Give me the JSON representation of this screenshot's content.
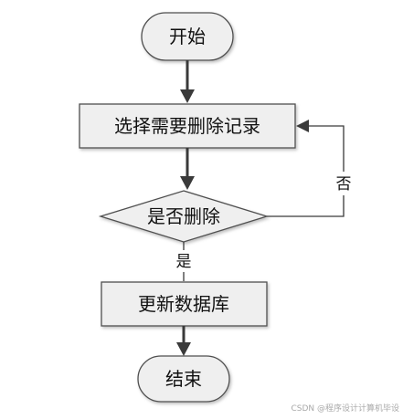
{
  "flowchart": {
    "nodes": {
      "start": "开始",
      "select_record": "选择需要删除记录",
      "decision_delete": "是否删除",
      "update_database": "更新数据库",
      "end": "结束"
    },
    "edges": {
      "yes_label": "是",
      "no_label": "否"
    }
  },
  "colors": {
    "node_fill": "#efefef",
    "node_stroke": "#4f4f4f",
    "line": "#3a3a3a",
    "arrow": "#3a3a3a"
  },
  "watermark": "CSDN @程序设计计算机毕设"
}
